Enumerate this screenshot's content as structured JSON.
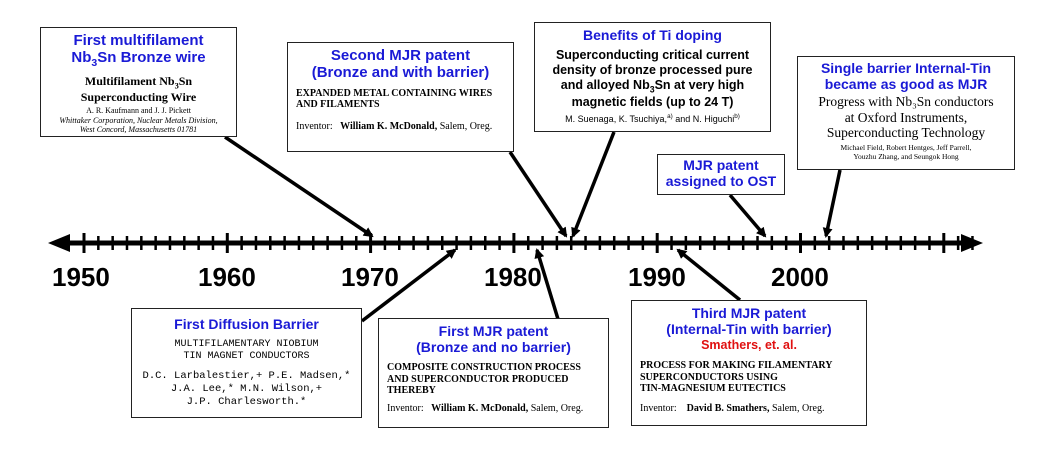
{
  "timeline": {
    "years": [
      "1950",
      "1960",
      "1970",
      "1980",
      "1990",
      "2000"
    ]
  },
  "events": {
    "first_multifilament": {
      "title_line1": "First multifilament",
      "title_line2_pre": "Nb",
      "title_line2_sub": "3",
      "title_line2_post": "Sn Bronze wire",
      "paper_title_line1_pre": "Multifilament Nb",
      "paper_title_line1_sub": "3",
      "paper_title_line1_post": "Sn",
      "paper_title_line2": "Superconducting Wire",
      "authors": "A. R. Kaufmann and J. J. Pickett",
      "affiliation_line1": "Whittaker Corporation, Nuclear Metals Division,",
      "affiliation_line2": "West Concord, Massachusetts 01781"
    },
    "second_mjr": {
      "title_line1": "Second MJR patent",
      "title_line2": "(Bronze and with barrier)",
      "patent_title_line1": "EXPANDED METAL CONTAINING WIRES",
      "patent_title_line2": "AND FILAMENTS",
      "inventor_label": "Inventor:",
      "inventor_name": "William K. McDonald,",
      "inventor_place": "Salem, Oreg."
    },
    "ti_doping": {
      "title": "Benefits of Ti doping",
      "paper_line1": "Superconducting critical current",
      "paper_line2": "density of bronze processed pure",
      "paper_line3_pre": "and alloyed Nb",
      "paper_line3_sub": "3",
      "paper_line3_post": "Sn at very high",
      "paper_line4": "magnetic fields (up to 24 T)",
      "authors_a": "M. Suenaga, K. Tsuchiya,",
      "authors_a_sup": "a)",
      "authors_b": "and N. Higuchi",
      "authors_b_sup": "b)"
    },
    "mjr_ost": {
      "title_line1": "MJR patent",
      "title_line2": "assigned to OST"
    },
    "single_barrier": {
      "title_line1": "Single barrier Internal-Tin",
      "title_line2": "became as good as MJR",
      "paper_line1": "Progress with Nb₃Sn conductors",
      "paper_line2": "at Oxford Instruments,",
      "paper_line3": "Superconducting Technology",
      "authors_line1": "Michael Field, Robert Hentges, Jeff Parrell,",
      "authors_line2": "Youzhu Zhang, and Seungok Hong"
    },
    "diffusion_barrier": {
      "title": "First Diffusion Barrier",
      "paper_line1": "MULTIFILAMENTARY NIOBIUM",
      "paper_line2": "TIN MAGNET CONDUCTORS",
      "authors_line1": "D.C. Larbalestier,+ P.E. Madsen,*",
      "authors_line2": "J.A. Lee,* M.N. Wilson,+",
      "authors_line3": "J.P. Charlesworth.*"
    },
    "first_mjr": {
      "title_line1": "First MJR patent",
      "title_line2": "(Bronze and no barrier)",
      "patent_title_line1": "COMPOSITE CONSTRUCTION PROCESS",
      "patent_title_line2": "AND SUPERCONDUCTOR PRODUCED",
      "patent_title_line3": "THEREBY",
      "inventor_label": "Inventor:",
      "inventor_name": "William K. McDonald,",
      "inventor_place": "Salem, Oreg."
    },
    "third_mjr": {
      "title_line1": "Third MJR patent",
      "title_line2": "(Internal-Tin with barrier)",
      "author_highlight": "Smathers, et. al.",
      "patent_title_line1": "PROCESS FOR MAKING FILAMENTARY",
      "patent_title_line2": "SUPERCONDUCTORS USING",
      "patent_title_line3": "TIN-MAGNESIUM EUTECTICS",
      "inventor_label": "Inventor:",
      "inventor_name": "David B. Smathers,",
      "inventor_place": "Salem, Oreg."
    }
  },
  "colors": {
    "title_blue": "#1a1ad6",
    "highlight_red": "#e01010",
    "line_black": "#000000"
  }
}
